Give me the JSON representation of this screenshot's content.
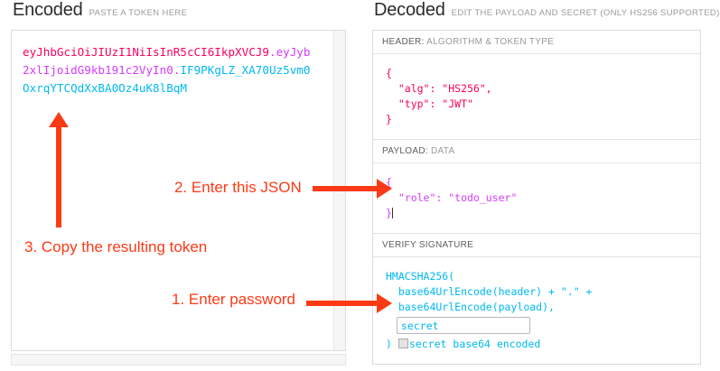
{
  "encoded": {
    "title": "Encoded",
    "subtitle": "PASTE A TOKEN HERE",
    "token": {
      "header": "eyJhbGciOiJIUzI1NiIsInR5cCI6IkpXVCJ9",
      "dot1": ".",
      "payload": "eyJyb2xlIjoidG9kb191c2VyIn0",
      "dot2": ".",
      "signature": "IF9PKgLZ_XA70Uz5vm0OxrqYTCQdXxBA0Oz4uK8lBqM"
    },
    "colors": {
      "header": "#fb015b",
      "payload": "#d63aff",
      "signature": "#00b9f1"
    }
  },
  "decoded": {
    "title": "Decoded",
    "subtitle": "EDIT THE PAYLOAD AND SECRET (ONLY HS256 SUPPORTED)",
    "header_section": {
      "label_key": "HEADER:",
      "label_value": "ALGORITHM & TOKEN TYPE",
      "body": "{\n  \"alg\": \"HS256\",\n  \"typ\": \"JWT\"\n}"
    },
    "payload_section": {
      "label_key": "PAYLOAD:",
      "label_value": "DATA",
      "body_line1": "{",
      "body_line2": "  \"role\": \"todo_user\"",
      "body_line3": "}"
    },
    "signature_section": {
      "label_key": "VERIFY SIGNATURE",
      "label_value": "",
      "line1": "HMACSHA256(",
      "line2": "  base64UrlEncode(header) + \".\" +",
      "line3": "  base64UrlEncode(payload),",
      "secret_value": "secret",
      "secret_placeholder": "secret",
      "closing_paren": ")",
      "base64_label": "secret base64 encoded",
      "base64_checked": false
    }
  },
  "annotations": {
    "step1": "1. Enter password",
    "step2": "2. Enter this JSON",
    "step3": "3. Copy the resulting token",
    "color": "#fc3a16"
  }
}
